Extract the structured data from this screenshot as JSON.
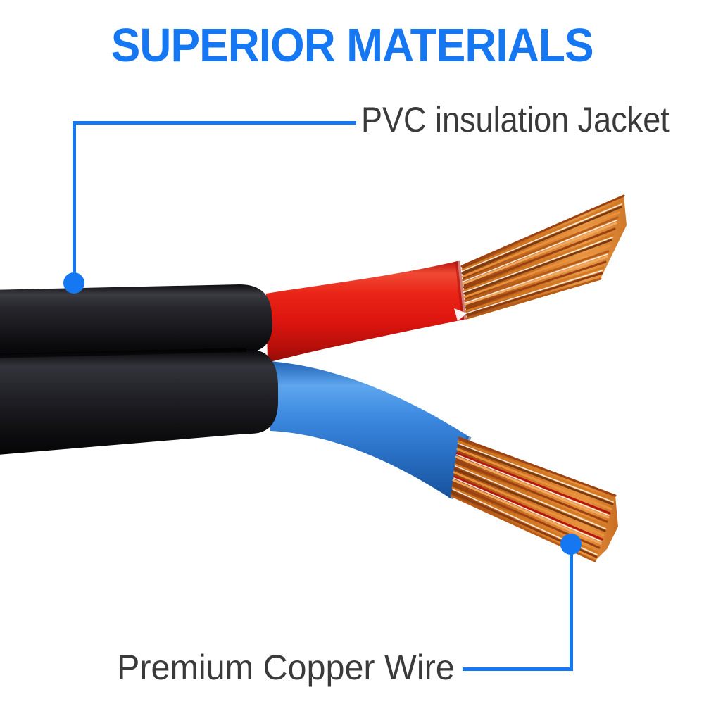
{
  "title": {
    "text": "SUPERIOR MATERIALS",
    "color": "#1677f2"
  },
  "callouts": {
    "jacket": {
      "label": "PVC insulation Jacket"
    },
    "copper": {
      "label": "Premium Copper Wire"
    }
  },
  "style": {
    "accent_color": "#1677f2",
    "label_text_color": "#3a3a3a",
    "background_color": "#ffffff"
  },
  "cable": {
    "jacket": {
      "part": "black PVC outer jacket",
      "color": "#18181c"
    },
    "red_wire": {
      "part": "red insulated conductor",
      "color": "#e2180f"
    },
    "blue_wire": {
      "part": "blue insulated conductor",
      "color": "#2e7cd6"
    },
    "copper": {
      "part": "bare copper strands",
      "color": "#c06820"
    }
  }
}
